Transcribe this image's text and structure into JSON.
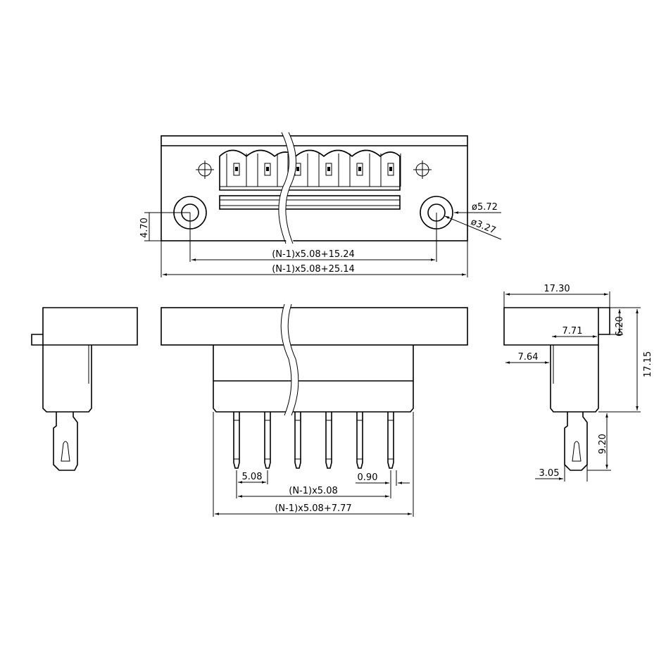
{
  "top_view": {
    "dim_hole_height": "4.70",
    "dim_hole_pitch": "(N-1)x5.08+15.24",
    "dim_total_width": "(N-1)x5.08+25.14",
    "dim_outer_diameter": "ø5.72",
    "dim_inner_diameter": "ø3.27"
  },
  "front_view": {
    "dim_pin_pitch": "5.08",
    "dim_pin_span": "(N-1)x5.08",
    "dim_pin_width": "0.90",
    "dim_body_width": "(N-1)x5.08+7.77"
  },
  "side_view": {
    "dim_depth": "17.30",
    "dim_flange_height": "6.20",
    "dim_body_height": "17.15",
    "dim_body_depth": "7.71",
    "dim_offset": "7.64",
    "dim_pin_length": "9.20",
    "dim_pin_offset": "3.05"
  },
  "colors": {
    "line": "#000000",
    "background": "#ffffff"
  }
}
